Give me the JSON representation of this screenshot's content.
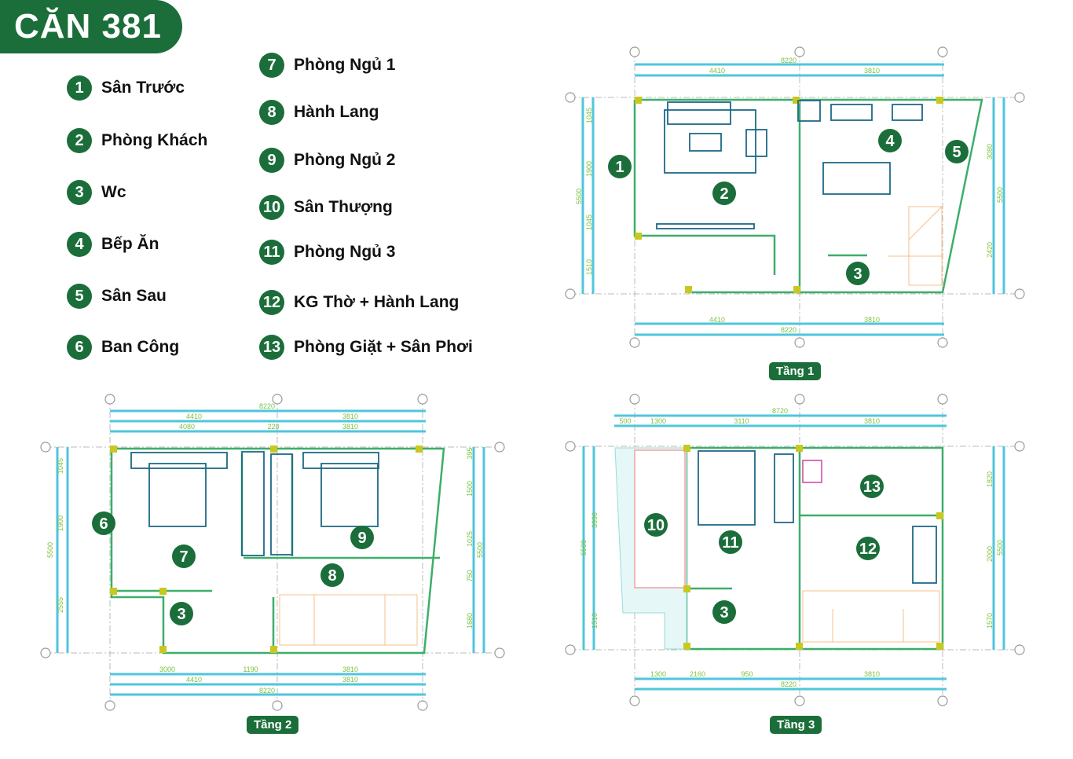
{
  "title": "CĂN 381",
  "legend": [
    {
      "num": "1",
      "label": "Sân Trước"
    },
    {
      "num": "2",
      "label": "Phòng Khách"
    },
    {
      "num": "3",
      "label": "Wc"
    },
    {
      "num": "4",
      "label": "Bếp Ăn"
    },
    {
      "num": "5",
      "label": "Sân Sau"
    },
    {
      "num": "6",
      "label": "Ban Công"
    },
    {
      "num": "7",
      "label": "Phòng Ngủ 1"
    },
    {
      "num": "8",
      "label": "Hành Lang"
    },
    {
      "num": "9",
      "label": "Phòng Ngủ 2"
    },
    {
      "num": "10",
      "label": "Sân Thượng"
    },
    {
      "num": "11",
      "label": "Phòng Ngủ 3"
    },
    {
      "num": "12",
      "label": "KG Thờ + Hành Lang"
    },
    {
      "num": "13",
      "label": "Phòng Giặt + Sân Phơi"
    }
  ],
  "floors": [
    {
      "label": "Tầng 1",
      "markers": [
        "1",
        "2",
        "3",
        "4",
        "5"
      ],
      "dims": {
        "top": [
          "8220",
          "4410",
          "3810"
        ],
        "bottom": [
          "4410",
          "3810",
          "8220"
        ],
        "left": [
          "1045",
          "1900",
          "5500",
          "1045",
          "1510"
        ],
        "right": [
          "3080",
          "5500",
          "2420"
        ]
      }
    },
    {
      "label": "Tầng 2",
      "markers": [
        "6",
        "7",
        "3",
        "8",
        "9"
      ],
      "dims": {
        "top": [
          "8220",
          "4410",
          "3810",
          "4080",
          "220",
          "3810"
        ],
        "bottom": [
          "3000",
          "1190",
          "3810",
          "4410",
          "3810",
          "8220"
        ],
        "left": [
          "1045",
          "1900",
          "5500",
          "2555"
        ],
        "right": [
          "395",
          "1500",
          "1025",
          "750",
          "1680",
          "5500"
        ]
      }
    },
    {
      "label": "Tầng 3",
      "markers": [
        "10",
        "11",
        "3",
        "12",
        "13"
      ],
      "dims": {
        "top": [
          "8720",
          "500",
          "1300",
          "3110",
          "3810"
        ],
        "bottom": [
          "1300",
          "2160",
          "950",
          "3810",
          "8220"
        ],
        "left": [
          "5500",
          "3990",
          "1510"
        ],
        "right": [
          "1820",
          "2000",
          "5500",
          "1570"
        ]
      }
    }
  ],
  "colors": {
    "brand": "#1b6e3a",
    "dimension_line": "#4fc6dc",
    "dimension_text": "#7bc242",
    "wall": "#3dae6a"
  }
}
